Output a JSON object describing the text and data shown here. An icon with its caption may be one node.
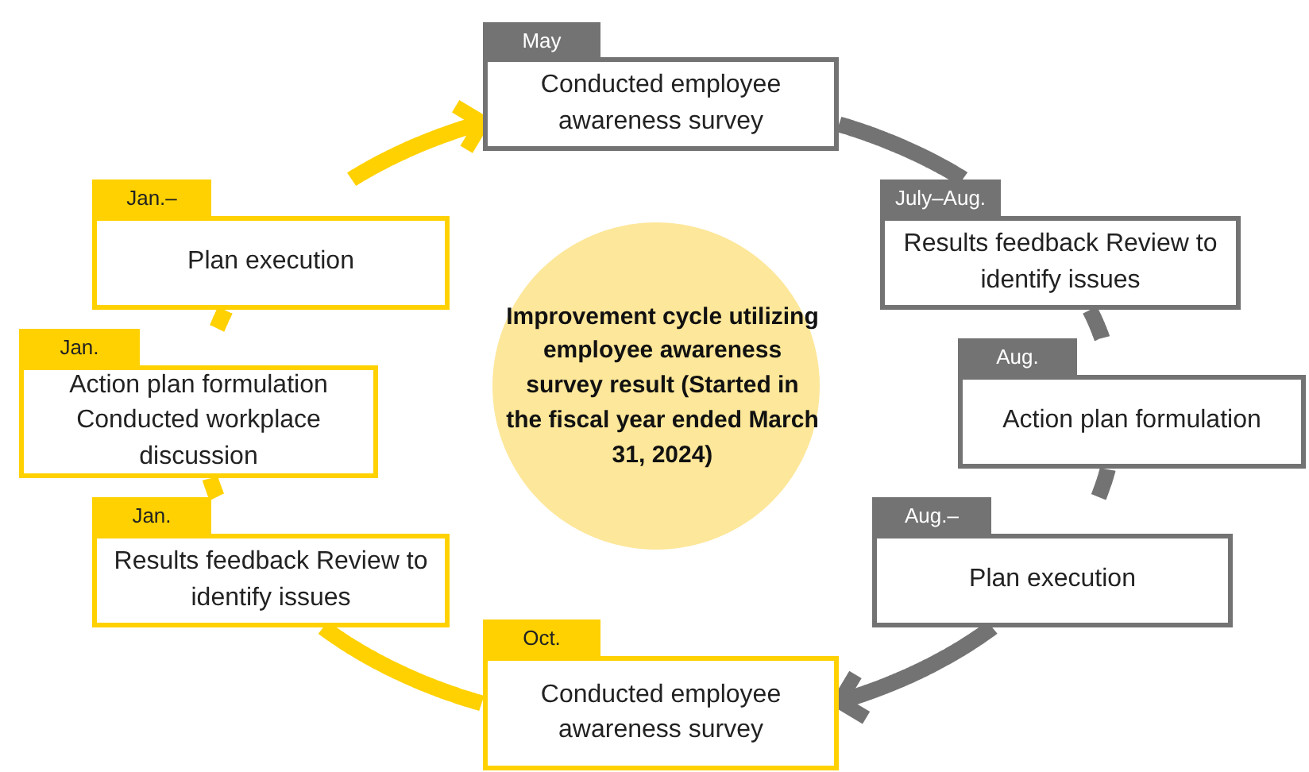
{
  "diagram": {
    "nodes": [
      {
        "text": [
          "May",
          "Conducted employee awareness survey"
        ]
      },
      {
        "text": [
          "Jan.–",
          "Plan execution"
        ]
      },
      {
        "text": [
          "July–Aug.",
          "Results feedback Review to identify issues"
        ]
      },
      {
        "text": [
          "Improvement cycle utilizing employee awareness survey result (Started in the fiscal year ended March 31, 2024)"
        ]
      },
      {
        "text": [
          "Jan.",
          "Action plan formulation Conducted workplace discussion"
        ]
      },
      {
        "text": [
          "Aug.",
          "Action plan formulation"
        ]
      },
      {
        "text": [
          "Jan.",
          "Results feedback Review to identify issues"
        ]
      },
      {
        "text": [
          "Aug.–",
          "Plan execution"
        ]
      },
      {
        "text": [
          "Oct.",
          "Conducted employee awareness survey"
        ]
      }
    ],
    "edges": [
      {
        "from": 0,
        "to": 2,
        "arrow": "none",
        "color": "#737373"
      },
      {
        "from": 2,
        "to": 5,
        "arrow": "none",
        "color": "#737373"
      },
      {
        "from": 5,
        "to": 7,
        "arrow": "none",
        "color": "#737373"
      },
      {
        "from": 7,
        "to": 8,
        "arrow": "to",
        "color": "#737373"
      },
      {
        "from": 8,
        "to": 6,
        "arrow": "none",
        "color": "#ffd100"
      },
      {
        "from": 6,
        "to": 4,
        "arrow": "none",
        "color": "#ffd100"
      },
      {
        "from": 4,
        "to": 1,
        "arrow": "none",
        "color": "#ffd100"
      },
      {
        "from": 1,
        "to": 0,
        "arrow": "to",
        "color": "#ffd100"
      }
    ]
  }
}
